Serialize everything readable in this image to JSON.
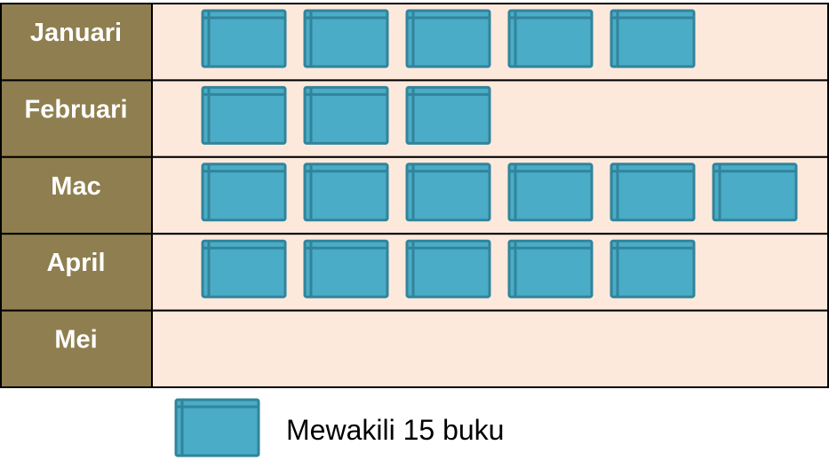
{
  "chart_data": {
    "type": "pictograph",
    "categories": [
      "Januari",
      "Februari",
      "Mac",
      "April",
      "Mei"
    ],
    "values": [
      5,
      3,
      6,
      5,
      0
    ],
    "unit_value": 15,
    "legend": {
      "text": "Mewakili 15 buku",
      "icon": "book-icon"
    },
    "colors": {
      "label_bg": "#8f7e4f",
      "row_bg": "#fde9dc",
      "icon_fill": "#4aacc6",
      "icon_stroke": "#31849b",
      "grid": "#000000"
    }
  }
}
